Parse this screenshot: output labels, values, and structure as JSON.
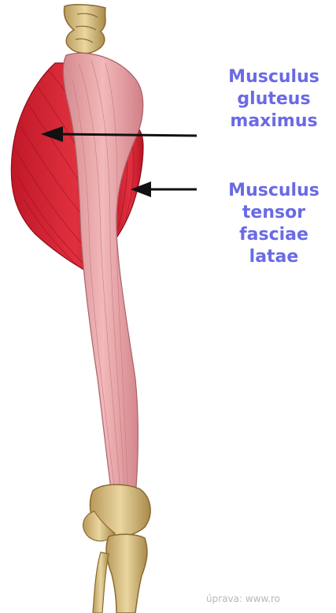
{
  "labels": {
    "gluteus": [
      "Musculus",
      "gluteus",
      "maximus"
    ],
    "tensor": [
      "Musculus",
      "tensor",
      "fasciae",
      "latae"
    ]
  },
  "credit": "úprava: www.ro",
  "colors": {
    "label": "#6a6ae6",
    "muscle_red": "#d8283a",
    "fascia_pink": "#eaa6a8",
    "bone": "#d8be82",
    "arrow": "#111111"
  }
}
